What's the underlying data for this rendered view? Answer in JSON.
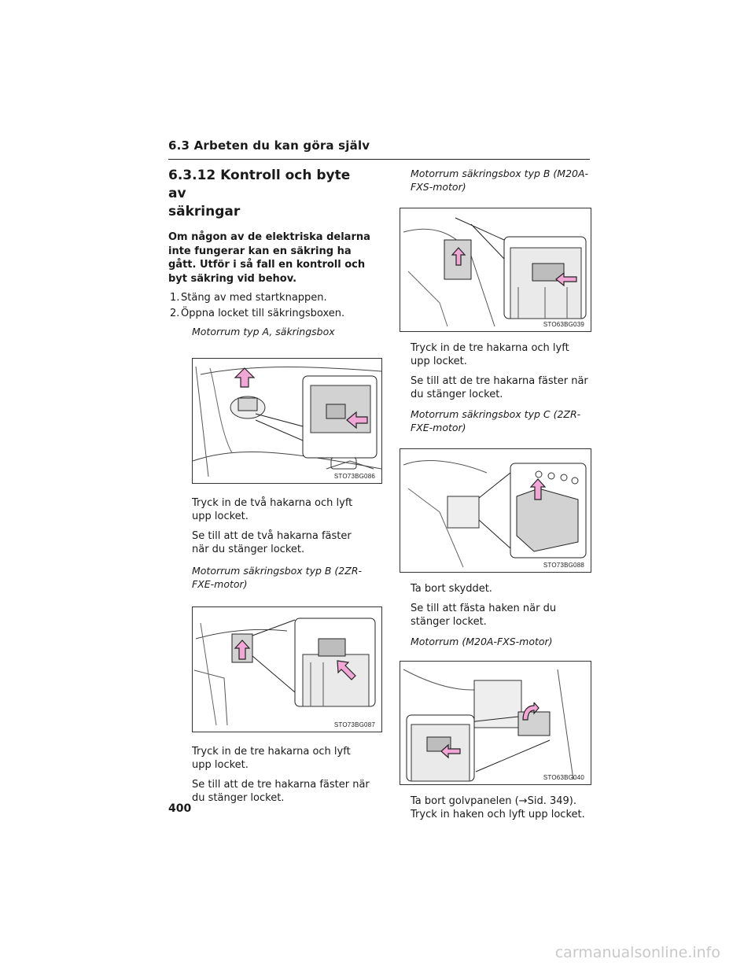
{
  "header": {
    "title": "6.3 Arbeten du kan göra själv"
  },
  "section": {
    "title_line1": "6.3.12  Kontroll och byte av",
    "title_line2": "säkringar",
    "intro": "Om någon av de elektriska delarna inte fungerar kan en säkring ha gått. Utför i så fall en kontroll och byt säkring vid behov.",
    "steps": [
      {
        "num": "1.",
        "text": "Stäng av med startknappen."
      },
      {
        "num": "2.",
        "text": "Öppna locket till säkringsboxen."
      }
    ]
  },
  "blocks": {
    "a": {
      "caption": "Motorrum typ A, säkringsbox",
      "figure_label": "STO73BG086",
      "p1": "Tryck in de två hakarna och lyft upp locket.",
      "p2": "Se till att de två hakarna fäster när du stänger locket."
    },
    "b_2zr": {
      "caption": "Motorrum säkringsbox typ B (2ZR-FXE-motor)",
      "figure_label": "STO73BG087",
      "p1": "Tryck in de tre hakarna och lyft upp locket.",
      "p2": "Se till att de tre hakarna fäster när du stänger locket."
    },
    "b_m20a": {
      "caption": "Motorrum säkringsbox typ B (M20A-FXS-motor)",
      "figure_label": "STO63BG039",
      "p1": "Tryck in de tre hakarna och lyft upp locket.",
      "p2": "Se till att de tre hakarna fäster när du stänger locket."
    },
    "c": {
      "caption": "Motorrum säkringsbox typ C (2ZR-FXE-motor)",
      "figure_label": "STO73BG088",
      "p1": "Ta bort skyddet.",
      "p2": "Se till att fästa haken när du stänger locket."
    },
    "m20a": {
      "caption": "Motorrum (M20A-FXS-motor)",
      "figure_label": "STO63BG040",
      "p1": "Ta bort golvpanelen (→Sid. 349).",
      "p2": "Tryck in haken och lyft upp locket."
    }
  },
  "page_number": "400",
  "watermark": "carmanualsonline.info",
  "colors": {
    "arrow_pink": "#f2a6d6",
    "arrow_stroke": "#222222",
    "box_gray": "#d2d2d2"
  }
}
